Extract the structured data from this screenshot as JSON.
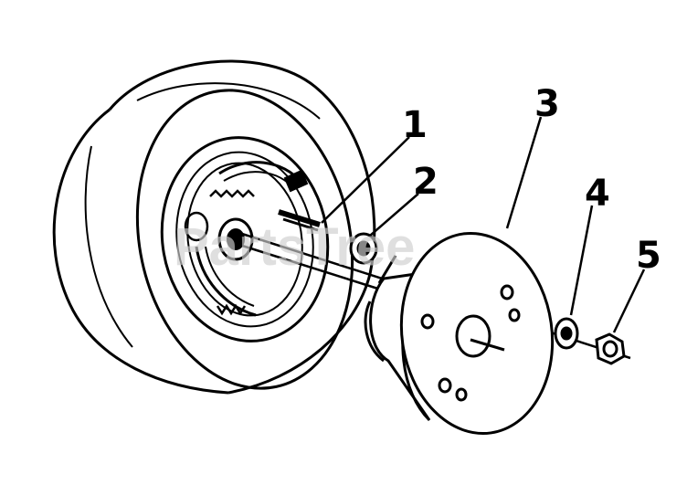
{
  "diagram": {
    "watermark": "PartsTree",
    "callouts": [
      {
        "id": "1",
        "label": "1"
      },
      {
        "id": "2",
        "label": "2"
      },
      {
        "id": "3",
        "label": "3"
      },
      {
        "id": "4",
        "label": "4"
      },
      {
        "id": "5",
        "label": "5"
      }
    ]
  },
  "colors": {
    "line": "#000000",
    "background": "#ffffff",
    "watermark": "#cfcfcf"
  }
}
